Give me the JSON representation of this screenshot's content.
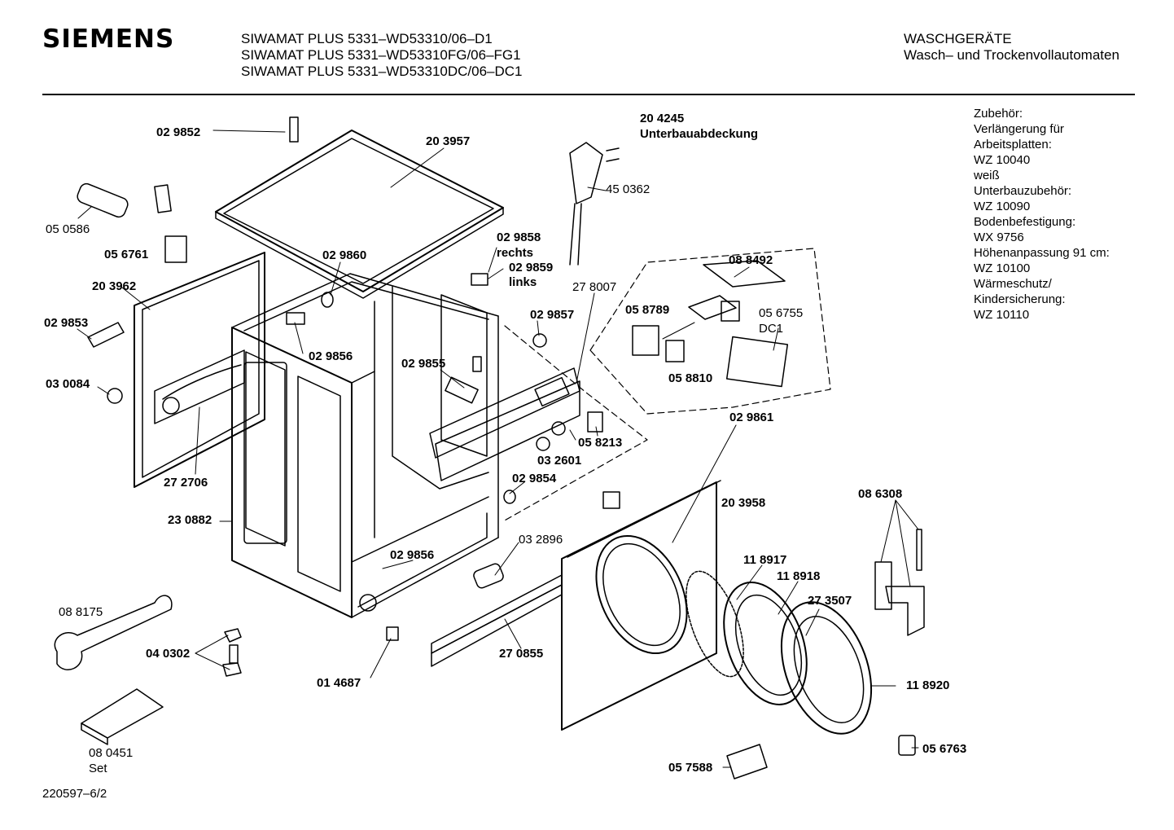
{
  "header": {
    "brand": "SIEMENS",
    "models": [
      "SIWAMAT PLUS 5331–WD53310/06–D1",
      "SIWAMAT PLUS 5331–WD53310FG/06–FG1",
      "SIWAMAT PLUS 5331–WD53310DC/06–DC1"
    ],
    "category": "WASCHGERÄTE",
    "subcategory": "Wasch– und Trockenvollautomaten"
  },
  "accessories": [
    "Zubehör:",
    "Verlängerung für",
    "Arbeitsplatten:",
    "WZ 10040",
    "weiß",
    "Unterbauzubehör:",
    "WZ 10090",
    "Bodenbefestigung:",
    "WX 9756",
    "Höhenanpassung 91 cm:",
    "WZ 10100",
    "Wärmeschutz/",
    "Kindersicherung:",
    "WZ 10110"
  ],
  "parts": [
    {
      "id": "p029852",
      "text": "02 9852",
      "bold": true
    },
    {
      "id": "p203957",
      "text": "20 3957",
      "bold": true
    },
    {
      "id": "p204245",
      "text": "20 4245",
      "bold": true
    },
    {
      "id": "punterbau",
      "text": "Unterbauabdeckung",
      "bold": true
    },
    {
      "id": "p450362",
      "text": "45 0362",
      "bold": false
    },
    {
      "id": "p050586",
      "text": "05 0586",
      "bold": false
    },
    {
      "id": "p056761",
      "text": "05 6761",
      "bold": true
    },
    {
      "id": "p029860",
      "text": "02 9860",
      "bold": true
    },
    {
      "id": "p029858",
      "text": "02 9858",
      "bold": true
    },
    {
      "id": "prechts",
      "text": "rechts",
      "bold": true
    },
    {
      "id": "p029859",
      "text": "02 9859",
      "bold": true
    },
    {
      "id": "plinks",
      "text": "links",
      "bold": true
    },
    {
      "id": "p203962",
      "text": "20 3962",
      "bold": true
    },
    {
      "id": "p088492",
      "text": "08 8492",
      "bold": true
    },
    {
      "id": "p278007",
      "text": "27 8007",
      "bold": false
    },
    {
      "id": "p058789",
      "text": "05 8789",
      "bold": true
    },
    {
      "id": "p056755",
      "text": "05 6755",
      "bold": false
    },
    {
      "id": "pdc1",
      "text": "DC1",
      "bold": false
    },
    {
      "id": "p029853",
      "text": "02 9853",
      "bold": true
    },
    {
      "id": "p029857",
      "text": "02 9857",
      "bold": true
    },
    {
      "id": "p029856a",
      "text": "02 9856",
      "bold": true
    },
    {
      "id": "p029855",
      "text": "02 9855",
      "bold": true
    },
    {
      "id": "p030084",
      "text": "03 0084",
      "bold": true
    },
    {
      "id": "p058810",
      "text": "05 8810",
      "bold": true
    },
    {
      "id": "p029861",
      "text": "02 9861",
      "bold": true
    },
    {
      "id": "p058213",
      "text": "05 8213",
      "bold": true
    },
    {
      "id": "p032601",
      "text": "03 2601",
      "bold": true
    },
    {
      "id": "p272706",
      "text": "27 2706",
      "bold": true
    },
    {
      "id": "p029854",
      "text": "02 9854",
      "bold": true
    },
    {
      "id": "p203958",
      "text": "20 3958",
      "bold": true
    },
    {
      "id": "p086308",
      "text": "08 6308",
      "bold": true
    },
    {
      "id": "p230882",
      "text": "23 0882",
      "bold": true
    },
    {
      "id": "p032896",
      "text": "03 2896",
      "bold": false
    },
    {
      "id": "p029856b",
      "text": "02 9856",
      "bold": true
    },
    {
      "id": "p118917",
      "text": "11 8917",
      "bold": true
    },
    {
      "id": "p118918",
      "text": "11 8918",
      "bold": true
    },
    {
      "id": "p273507",
      "text": "27 3507",
      "bold": true
    },
    {
      "id": "p088175",
      "text": "08 8175",
      "bold": false
    },
    {
      "id": "p040302",
      "text": "04 0302",
      "bold": true
    },
    {
      "id": "p270855",
      "text": "27 0855",
      "bold": true
    },
    {
      "id": "p014687",
      "text": "01 4687",
      "bold": true
    },
    {
      "id": "p118920",
      "text": "11 8920",
      "bold": true
    },
    {
      "id": "p080451",
      "text": "08 0451",
      "bold": false
    },
    {
      "id": "pset",
      "text": "Set",
      "bold": false
    },
    {
      "id": "p057588",
      "text": "05 7588",
      "bold": true
    },
    {
      "id": "p056763",
      "text": "05 6763",
      "bold": true
    }
  ],
  "footer": {
    "code": "220597–6/2"
  }
}
